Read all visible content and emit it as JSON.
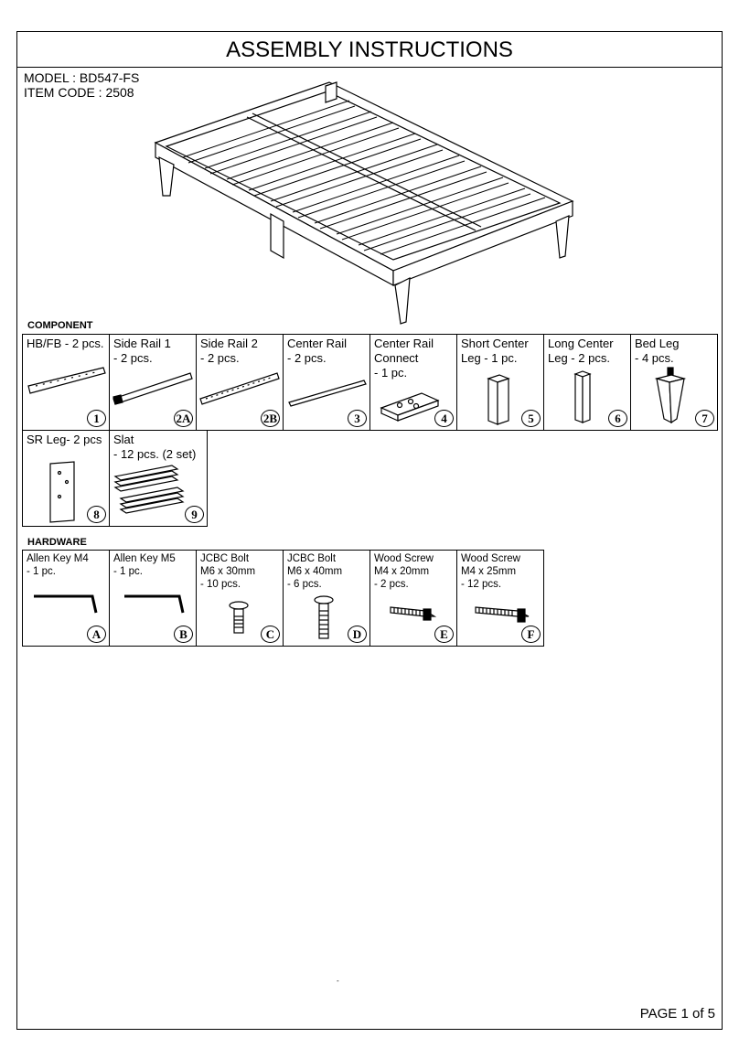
{
  "header": {
    "title": "ASSEMBLY INSTRUCTIONS"
  },
  "model": {
    "model_line": "MODEL : BD547-FS",
    "item_line": "ITEM CODE : 2508"
  },
  "component": {
    "heading": "COMPONENT",
    "items": [
      {
        "label": "HB/FB - 2 pcs.",
        "num": "1"
      },
      {
        "label": "Side Rail 1\n- 2 pcs.",
        "num": "2A"
      },
      {
        "label": "Side Rail 2\n- 2 pcs.",
        "num": "2B"
      },
      {
        "label": "Center Rail\n- 2 pcs.",
        "num": "3"
      },
      {
        "label": "Center Rail\nConnect\n- 1 pc.",
        "num": "4"
      },
      {
        "label": "Short Center\nLeg - 1 pc.",
        "num": "5"
      },
      {
        "label": "Long Center\nLeg - 2 pcs.",
        "num": "6"
      },
      {
        "label": "Bed Leg\n- 4 pcs.",
        "num": "7"
      },
      {
        "label": "SR Leg- 2 pcs",
        "num": "8"
      },
      {
        "label": "Slat\n- 12 pcs. (2 set)",
        "num": "9"
      }
    ]
  },
  "hardware": {
    "heading": "HARDWARE",
    "items": [
      {
        "label": "Allen Key M4\n- 1 pc.",
        "num": "A"
      },
      {
        "label": "Allen Key M5\n- 1 pc.",
        "num": "B"
      },
      {
        "label": "JCBC Bolt\nM6 x 30mm\n- 10 pcs.",
        "num": "C"
      },
      {
        "label": "JCBC Bolt\nM6 x 40mm\n- 6 pcs.",
        "num": "D"
      },
      {
        "label": "Wood Screw\nM4 x 20mm\n- 2 pcs.",
        "num": "E"
      },
      {
        "label": "Wood Screw\nM4 x 25mm\n- 12 pcs.",
        "num": "F"
      }
    ]
  },
  "footer": {
    "page": "PAGE 1 of 5",
    "mark": "-"
  }
}
